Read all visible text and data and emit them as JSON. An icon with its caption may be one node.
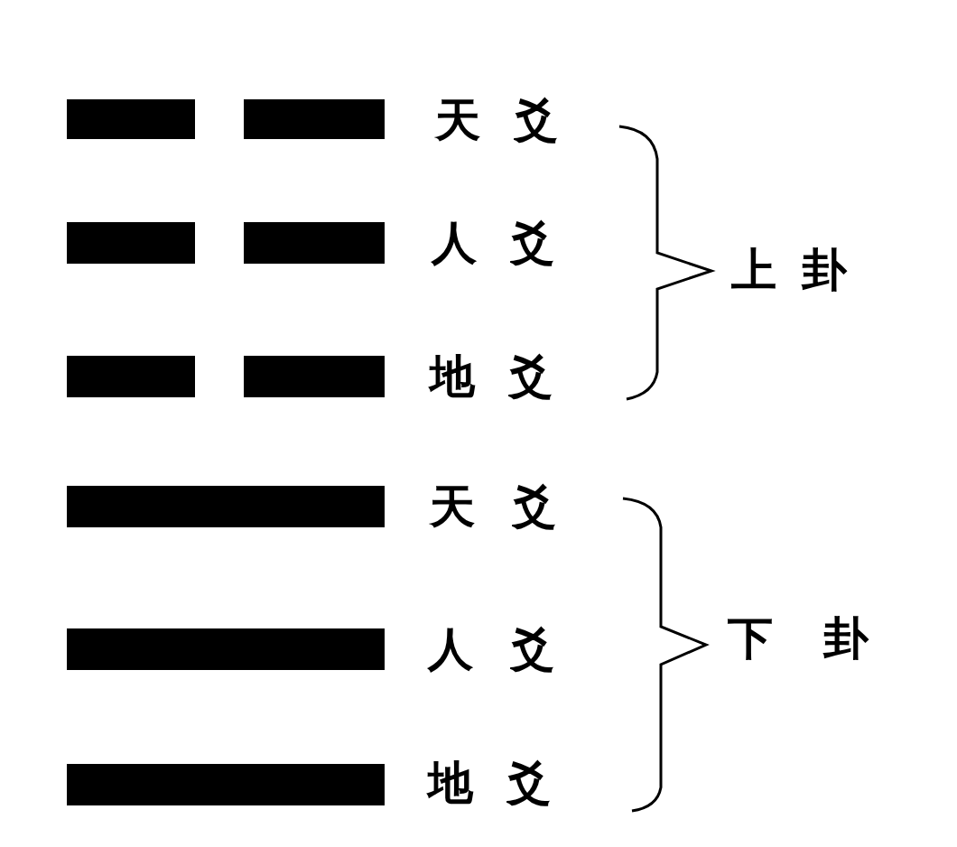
{
  "diagram": {
    "nodes": [
      {
        "text": [],
        "shape": "bar"
      },
      {
        "text": [],
        "shape": "bar",
        "beside": [
          "天爻"
        ]
      },
      {
        "text": [],
        "shape": "bar"
      },
      {
        "text": [],
        "shape": "bar",
        "beside": [
          "人爻"
        ]
      },
      {
        "text": [],
        "shape": "bar"
      },
      {
        "text": [],
        "shape": "bar",
        "beside": [
          "地爻"
        ]
      },
      {
        "text": [],
        "shape": "bar",
        "beside": [
          "天爻"
        ]
      },
      {
        "text": [],
        "shape": "bar",
        "beside": [
          "人爻"
        ]
      },
      {
        "text": [],
        "shape": "bar",
        "beside": [
          "地爻"
        ]
      }
    ],
    "labels": [
      "上卦",
      "下卦"
    ]
  }
}
